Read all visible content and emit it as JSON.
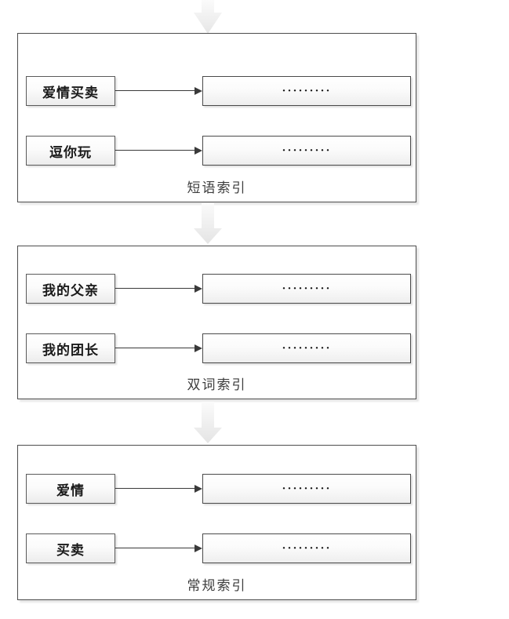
{
  "diagram": {
    "sections": [
      {
        "label": "短语索引",
        "rows": [
          {
            "term": "爱情买卖",
            "posting": "·········"
          },
          {
            "term": "逗你玩",
            "posting": "·········"
          }
        ]
      },
      {
        "label": "双词索引",
        "rows": [
          {
            "term": "我的父亲",
            "posting": "·········"
          },
          {
            "term": "我的团长",
            "posting": "·········"
          }
        ]
      },
      {
        "label": "常规索引",
        "rows": [
          {
            "term": "爱情",
            "posting": "·········"
          },
          {
            "term": "买卖",
            "posting": "·········"
          }
        ]
      }
    ],
    "colors": {
      "section_border": "#4d4d4d",
      "box_border": "#5a5a5a",
      "connector": "#3a3a3a",
      "flow_arrow_top": "#fbfbfb",
      "flow_arrow_bottom": "#e6e6e6",
      "term_text": "#1a1a1a",
      "label_text": "#3d3d3d"
    }
  }
}
